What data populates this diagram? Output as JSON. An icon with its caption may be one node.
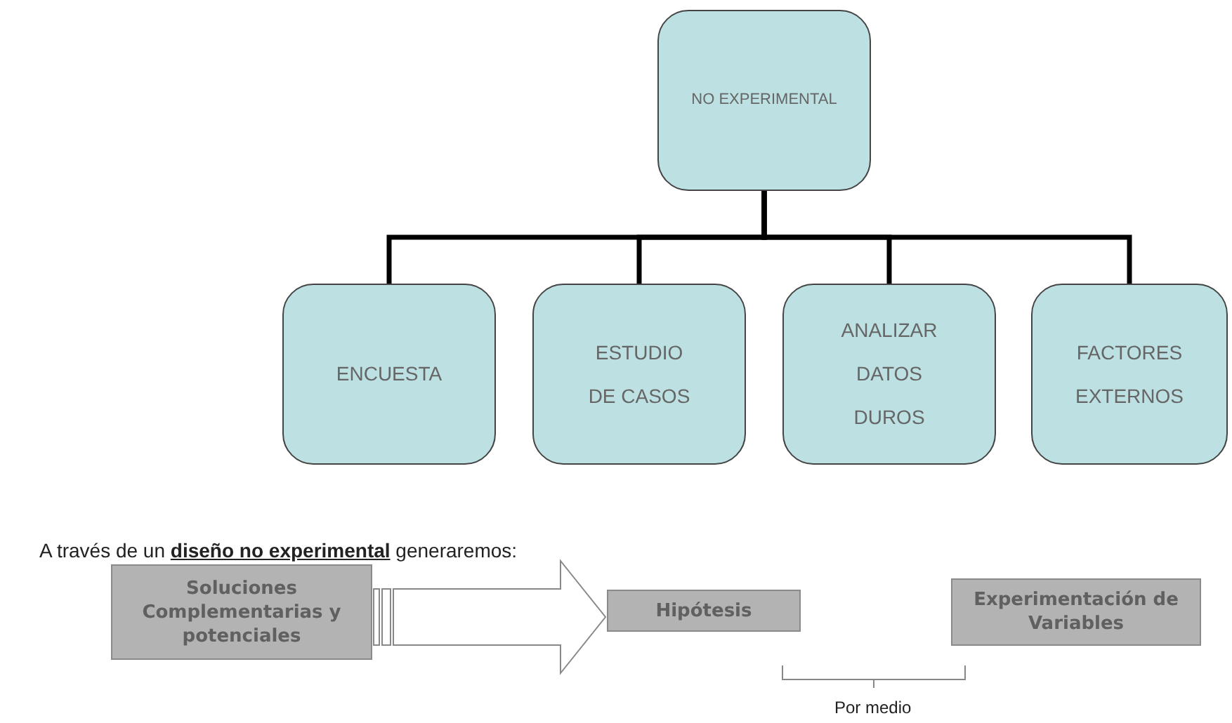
{
  "diagram": {
    "nodes": [
      {
        "text": [
          "NO EXPERIMENTAL"
        ]
      },
      {
        "text": [
          "ENCUESTA"
        ]
      },
      {
        "text": [
          "ESTUDIO DE CASOS"
        ]
      },
      {
        "text": [
          "ANALIZAR DATOS DUROS"
        ]
      },
      {
        "text": [
          "FACTORES EXTERNOS"
        ]
      },
      {
        "text": [
          "Soluciones Complementarias y potenciales"
        ]
      },
      {
        "text": [
          "Hipótesis"
        ]
      },
      {
        "text": [
          "Experimentación de Variables"
        ]
      }
    ],
    "edges": [
      {
        "from": 0,
        "to": 1,
        "arrow": "none"
      },
      {
        "from": 0,
        "to": 2,
        "arrow": "none"
      },
      {
        "from": 0,
        "to": 3,
        "arrow": "none"
      },
      {
        "from": 0,
        "to": 4,
        "arrow": "none"
      },
      {
        "from": 5,
        "to": 6,
        "arrow": "to"
      }
    ],
    "labels": [
      "A través de un **diseño no experimental** generaremos:",
      "Por medio"
    ]
  }
}
